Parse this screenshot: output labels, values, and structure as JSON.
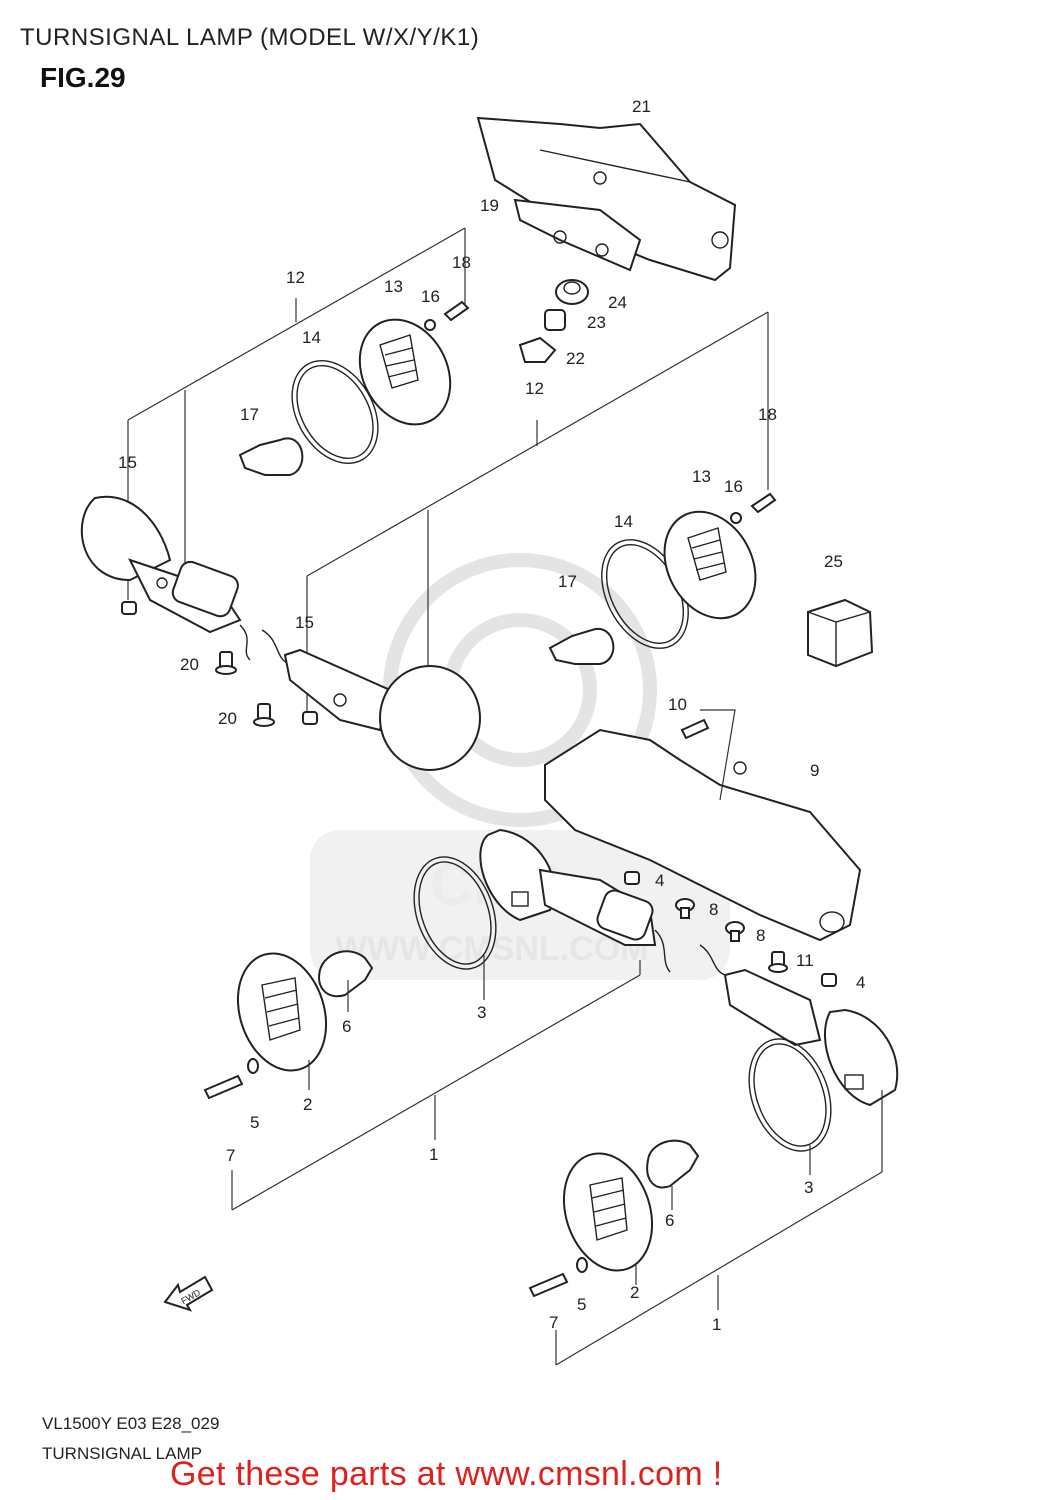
{
  "header": {
    "title": "TURNSIGNAL LAMP (MODEL W/X/Y/K1)",
    "figure": "FIG.29"
  },
  "callouts": [
    "1",
    "2",
    "3",
    "4",
    "5",
    "6",
    "7",
    "8",
    "9",
    "10",
    "11",
    "12",
    "13",
    "14",
    "15",
    "16",
    "17",
    "18",
    "19",
    "20",
    "21",
    "22",
    "23",
    "24",
    "25"
  ],
  "direction_label": "FWD",
  "watermark": {
    "brand": "CMS",
    "url": "WWW.CMSNL.COM"
  },
  "footer": {
    "code": "VL1500Y E03 E28_029",
    "name": "TURNSIGNAL LAMP"
  },
  "promo": "Get these parts at www.cmsnl.com !",
  "colors": {
    "promo": "#e0201b",
    "line": "#222222",
    "watermark": "#e4e4e4"
  }
}
